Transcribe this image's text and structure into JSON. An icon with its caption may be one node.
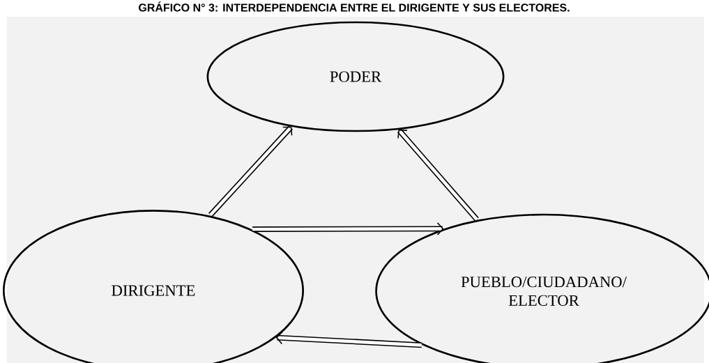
{
  "diagram": {
    "title": "GRÁFICO N° 3: INTERDEPENDENCIA ENTRE EL DIRIGENTE Y SUS ELECTORES.",
    "nodes": [
      {
        "text": [
          "PODER"
        ]
      },
      {
        "text": [
          "DIRIGENTE"
        ]
      },
      {
        "text": [
          "PUEBLO/CIUDADANO/ ELECTOR"
        ]
      }
    ],
    "edges": [
      {
        "from": 1,
        "to": 0,
        "arrow": "to"
      },
      {
        "from": 2,
        "to": 0,
        "arrow": "to"
      },
      {
        "from": 1,
        "to": 2,
        "arrow": "to"
      },
      {
        "from": 2,
        "to": 1,
        "arrow": "to"
      }
    ]
  }
}
